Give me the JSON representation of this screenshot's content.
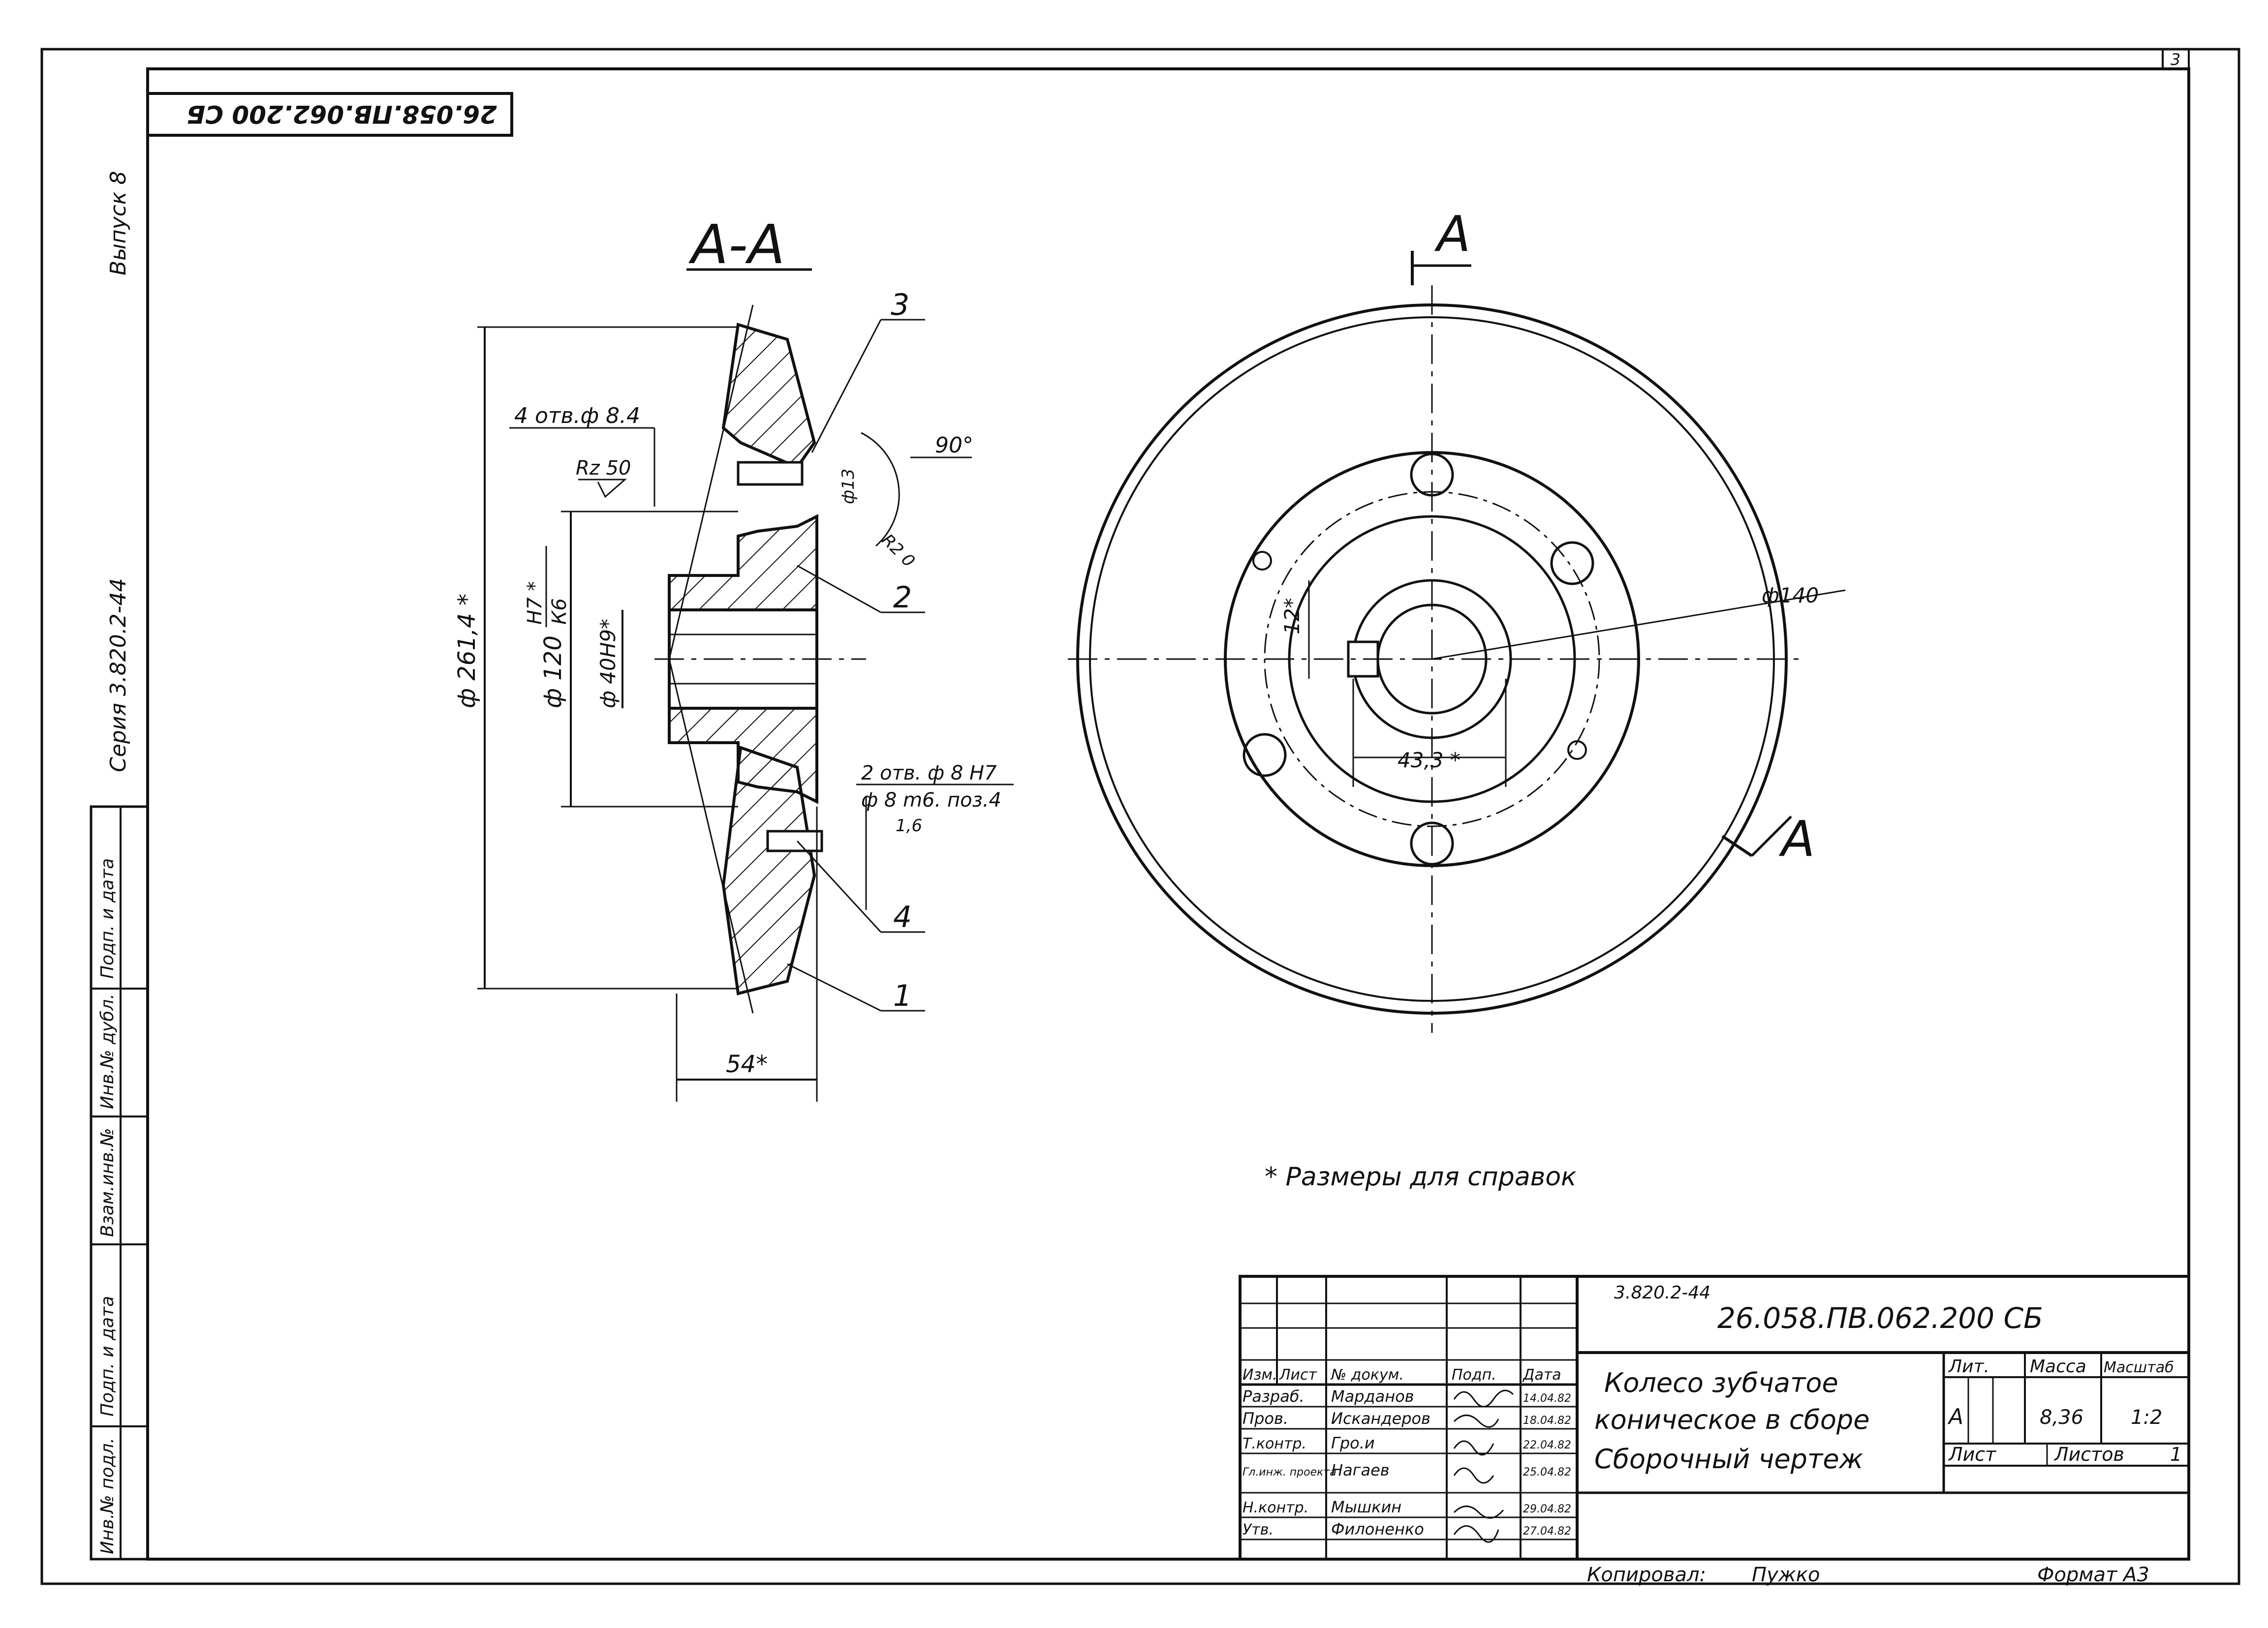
{
  "sheet_number": "3",
  "stamp_top_rotated": "26.058.ПВ.062.200 СБ",
  "side_margin": {
    "issue": "Выпуск 8",
    "series": "Серия 3.820.2-44",
    "cells": [
      "Подп. и дата",
      "Инв.№ дубл.",
      "Взам.инв.№",
      "Подп. и дата",
      "Инв.№ подл."
    ]
  },
  "section_view": {
    "label": "А-А",
    "dims": {
      "outer_diameter": "ф 261,4 *",
      "bore_fit_diameter": "ф 120",
      "fit_num": "Н7 *",
      "fit_den": "К6",
      "hub_bore": "ф 40Н9*",
      "holes_4": "4 отв.ф 8.4",
      "roughness": "Rz 50",
      "small_dia": "ф13",
      "angle": "90°",
      "r2": "R2 0",
      "holes_2_line1": "2 отв. ф 8 Н7",
      "holes_2_line2": "ф 8 m6. поз.4",
      "roughness2": "1,6",
      "width": "54*"
    },
    "callouts": [
      "1",
      "2",
      "3",
      "4"
    ]
  },
  "front_view": {
    "section_mark_top": "А",
    "section_mark_bottom": "А",
    "dims": {
      "bolt_circle": "ф140",
      "key_width": "12*",
      "key_depth": "43,3 *"
    }
  },
  "note": "* Размеры для справок",
  "title_block": {
    "series_code": "3.820.2-44",
    "doc_code": "26.058.ПВ.062.200 СБ",
    "title_line1": "Колесо зубчатое",
    "title_line2": "коническое в сборе",
    "title_line3": "Сборочный чертеж",
    "header_cols": [
      "Изм.",
      "Лист",
      "№ докум.",
      "Подп.",
      "Дата"
    ],
    "rows": [
      {
        "role": "Разраб.",
        "name": "Марданов",
        "date": "14.04.82"
      },
      {
        "role": "Пров.",
        "name": "Искандеров",
        "date": "18.04.82"
      },
      {
        "role": "Т.контр.",
        "name": "Гро.и",
        "date": "22.04.82"
      },
      {
        "role": "Гл.инж. проекта",
        "name": "Нагаев",
        "date": "25.04.82"
      },
      {
        "role": "Н.контр.",
        "name": "Мышкин",
        "date": "29.04.82"
      },
      {
        "role": "Утв.",
        "name": "Филоненко",
        "date": "27.04.82"
      }
    ],
    "lit_label": "Лит.",
    "mass_label": "Масса",
    "scale_label": "Масштаб",
    "lit_value": "А",
    "mass_value": "8,36",
    "scale_value": "1:2",
    "sheet_label": "Лист",
    "sheets_label": "Листов",
    "sheets_value": "1"
  },
  "footer": {
    "copied_by": "Копировал:",
    "copied_name": "Пужко",
    "format": "Формат А3"
  }
}
